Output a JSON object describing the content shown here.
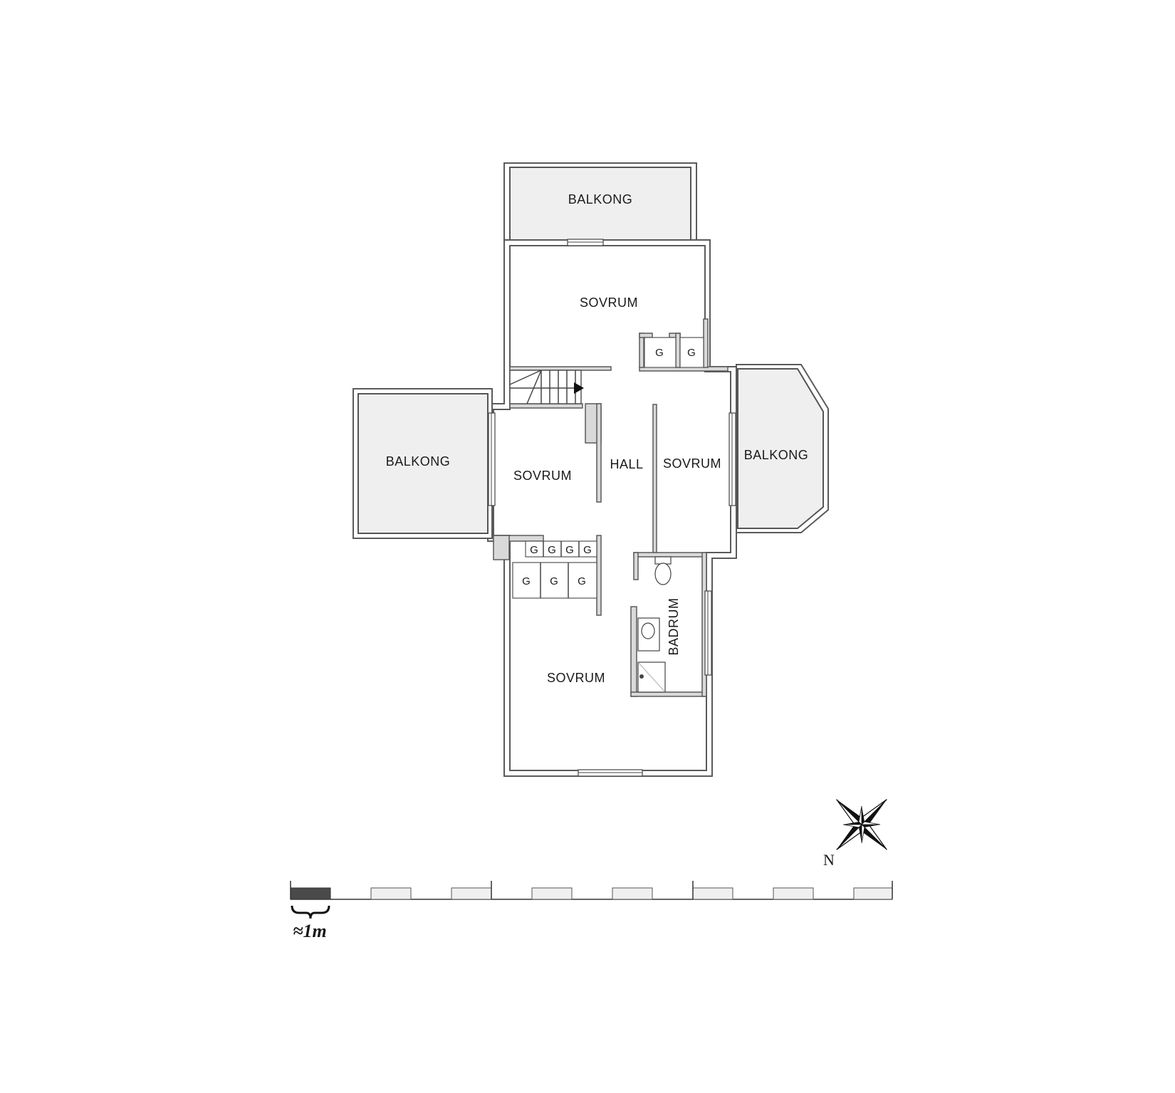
{
  "rooms": {
    "balkong_top": "BALKONG",
    "sovrum_top": "SOVRUM",
    "balkong_left": "BALKONG",
    "sovrum_left": "SOVRUM",
    "hall": "HALL",
    "sovrum_right": "SOVRUM",
    "balkong_right": "BALKONG",
    "badrum": "BADRUM",
    "sovrum_bottom": "SOVRUM"
  },
  "closets": {
    "top": [
      "G",
      "G"
    ],
    "middle_row": [
      "G",
      "G",
      "G",
      "G"
    ],
    "lower_row": [
      "G",
      "G",
      "G"
    ]
  },
  "compass": {
    "north": "N"
  },
  "scale": {
    "label": "≈1m"
  }
}
